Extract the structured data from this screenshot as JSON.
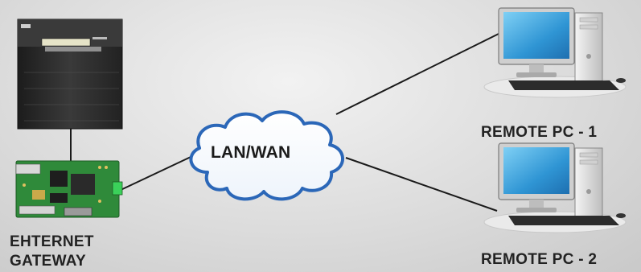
{
  "nodes": {
    "panel": {
      "label": ""
    },
    "gateway": {
      "label_line1": "EHTERNET",
      "label_line2": "GATEWAY"
    },
    "network": {
      "label": "LAN/WAN"
    },
    "remote_pc_1": {
      "label": "REMOTE PC - 1"
    },
    "remote_pc_2": {
      "label": "REMOTE PC - 2"
    }
  },
  "colors": {
    "panel_body": "#2b2b2b",
    "pcb_green": "#2f8a3a",
    "cloud_outline": "#2b67b8",
    "monitor_screen": "#3aa0d8",
    "line": "#1a1a1a"
  }
}
